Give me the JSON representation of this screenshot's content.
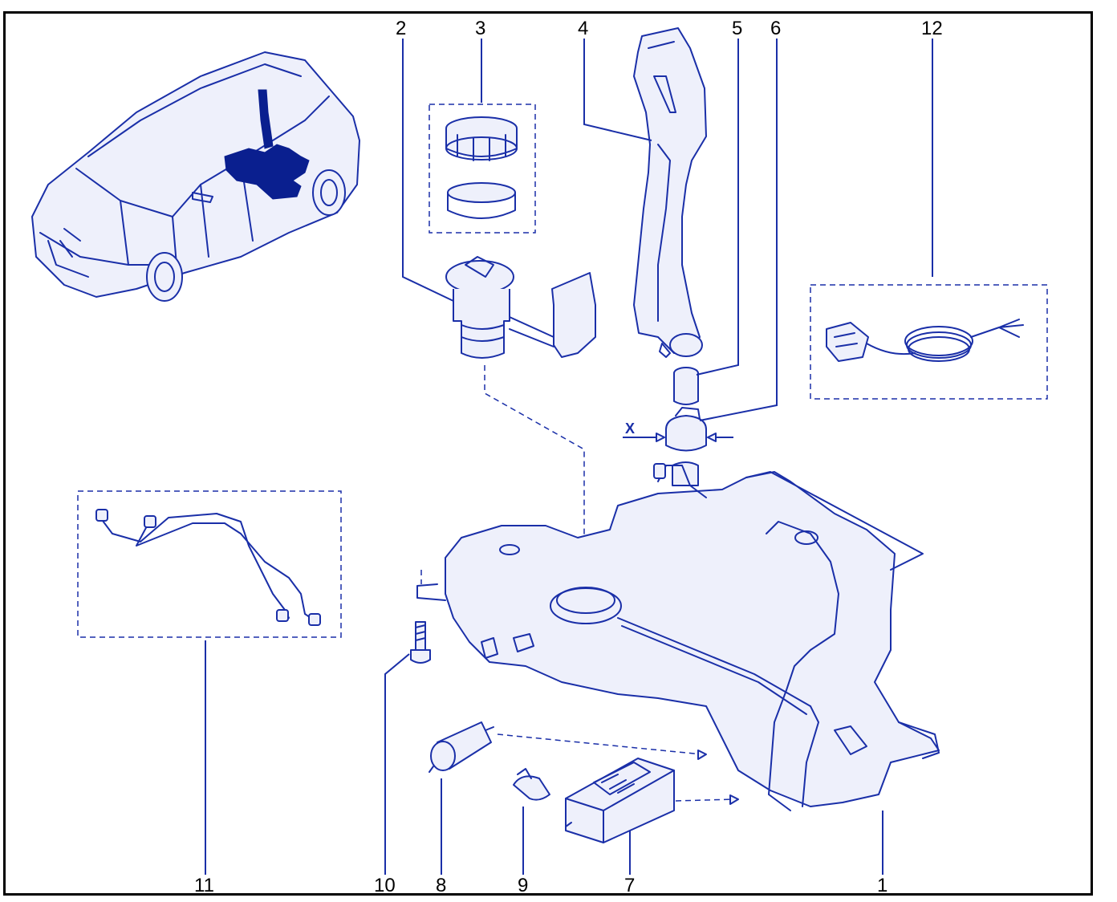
{
  "callouts": [
    {
      "id": "1",
      "label": "1"
    },
    {
      "id": "2",
      "label": "2"
    },
    {
      "id": "3",
      "label": "3"
    },
    {
      "id": "4",
      "label": "4"
    },
    {
      "id": "5",
      "label": "5"
    },
    {
      "id": "6",
      "label": "6"
    },
    {
      "id": "7",
      "label": "7"
    },
    {
      "id": "8",
      "label": "8"
    },
    {
      "id": "9",
      "label": "9"
    },
    {
      "id": "10",
      "label": "10"
    },
    {
      "id": "11",
      "label": "11"
    },
    {
      "id": "12",
      "label": "12"
    }
  ],
  "dimension_label": "X",
  "colors": {
    "ink": "#1a2fa8",
    "highlight": "#0a1f8f",
    "text": "#000000",
    "frame": "#000000"
  }
}
